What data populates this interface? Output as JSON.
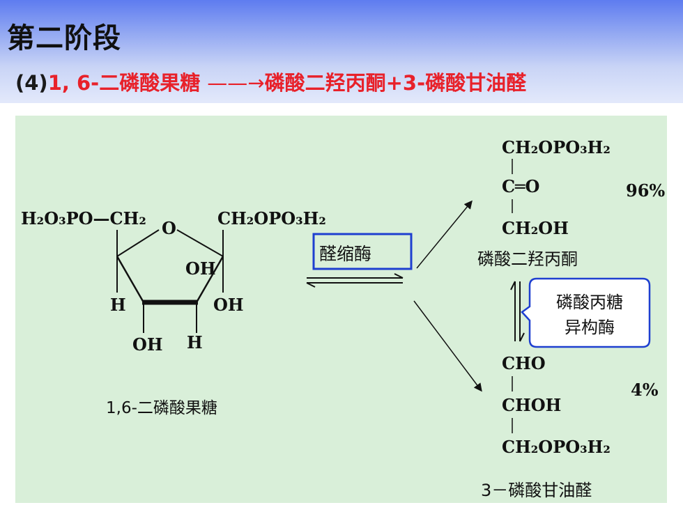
{
  "title": "第二阶段",
  "subtitle": {
    "step": "(4)",
    "substrate": "1, 6-二磷酸果糖 ",
    "arrow": "——→",
    "products": "磷酸二羟丙酮+3-磷酸甘油醛"
  },
  "fructose": {
    "left_group": "H₂O₃PO—CH₂",
    "right_group": "CH₂OPO₃H₂",
    "ring_o": "O",
    "oh_top": "OH",
    "h_left": "H",
    "oh_right": "OH",
    "oh_bottom": "OH",
    "h_bottom": "H",
    "label": "1,6-二磷酸果糖"
  },
  "enzyme_aldolase": "醛缩酶",
  "dhap": {
    "line1": "CH₂OPO₃H₂",
    "line2": "C═O",
    "line3": "CH₂OH",
    "name": "磷酸二羟丙酮",
    "percent": "96%"
  },
  "isomerase": {
    "line1": "磷酸丙糖",
    "line2": "异构酶"
  },
  "g3p": {
    "line1": "CHO",
    "line2": "CHOH",
    "line3": "CH₂OPO₃H₂",
    "name": "3－磷酸甘油醛",
    "percent": "4%"
  },
  "colors": {
    "header_top": "#5e7cf0",
    "panel_bg": "#d9efd9",
    "accent_red": "#e8212a",
    "enzyme_box": "#1e3fd0"
  }
}
